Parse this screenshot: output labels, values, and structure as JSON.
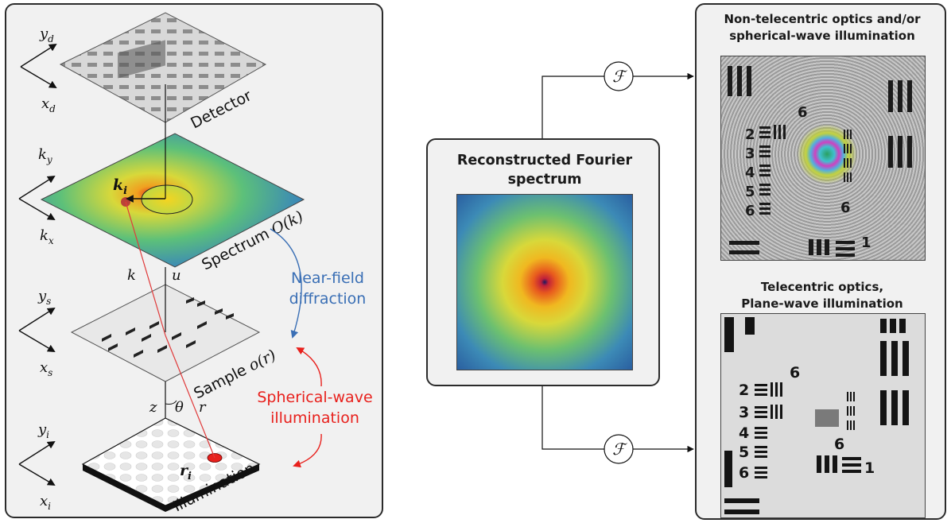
{
  "left_panel": {
    "detector_label": "Detector",
    "spectrum_label": "Spectrum",
    "spectrum_func": "O(k)",
    "sample_label": "Sample",
    "sample_func": "o(r)",
    "illumination_label": "Illumination",
    "near_field_line1": "Near-field",
    "near_field_line2": "diffraction",
    "spherical_line1": "Spherical-wave",
    "spherical_line2": "illumination",
    "k_i": "k",
    "k_i_sub": "i",
    "r_i": "r",
    "r_i_sub": "i",
    "k": "k",
    "u": "u",
    "z": "z",
    "theta": "θ",
    "r": "r",
    "axes": {
      "detector": {
        "y": "y",
        "y_sub": "d",
        "x": "x",
        "x_sub": "d"
      },
      "spectrum": {
        "y": "k",
        "y_sub": "y",
        "x": "k",
        "x_sub": "x"
      },
      "sample": {
        "y": "y",
        "y_sub": "s",
        "x": "x",
        "x_sub": "s"
      },
      "illumination": {
        "y": "y",
        "y_sub": "i",
        "x": "x",
        "x_sub": "i"
      }
    }
  },
  "center_panel": {
    "title_line1": "Reconstructed Fourier",
    "title_line2": "spectrum"
  },
  "right_panel": {
    "non_telecentric_line1": "Non-telecentric optics and/or",
    "non_telecentric_line2": "spherical-wave illumination",
    "telecentric_line1": "Telecentric optics,",
    "telecentric_line2": "Plane-wave illumination"
  },
  "fourier_symbol": "ℱ",
  "colors": {
    "near_field": "#3a6fb5",
    "spherical": "#e8201c",
    "ray": "#e03a3a"
  }
}
